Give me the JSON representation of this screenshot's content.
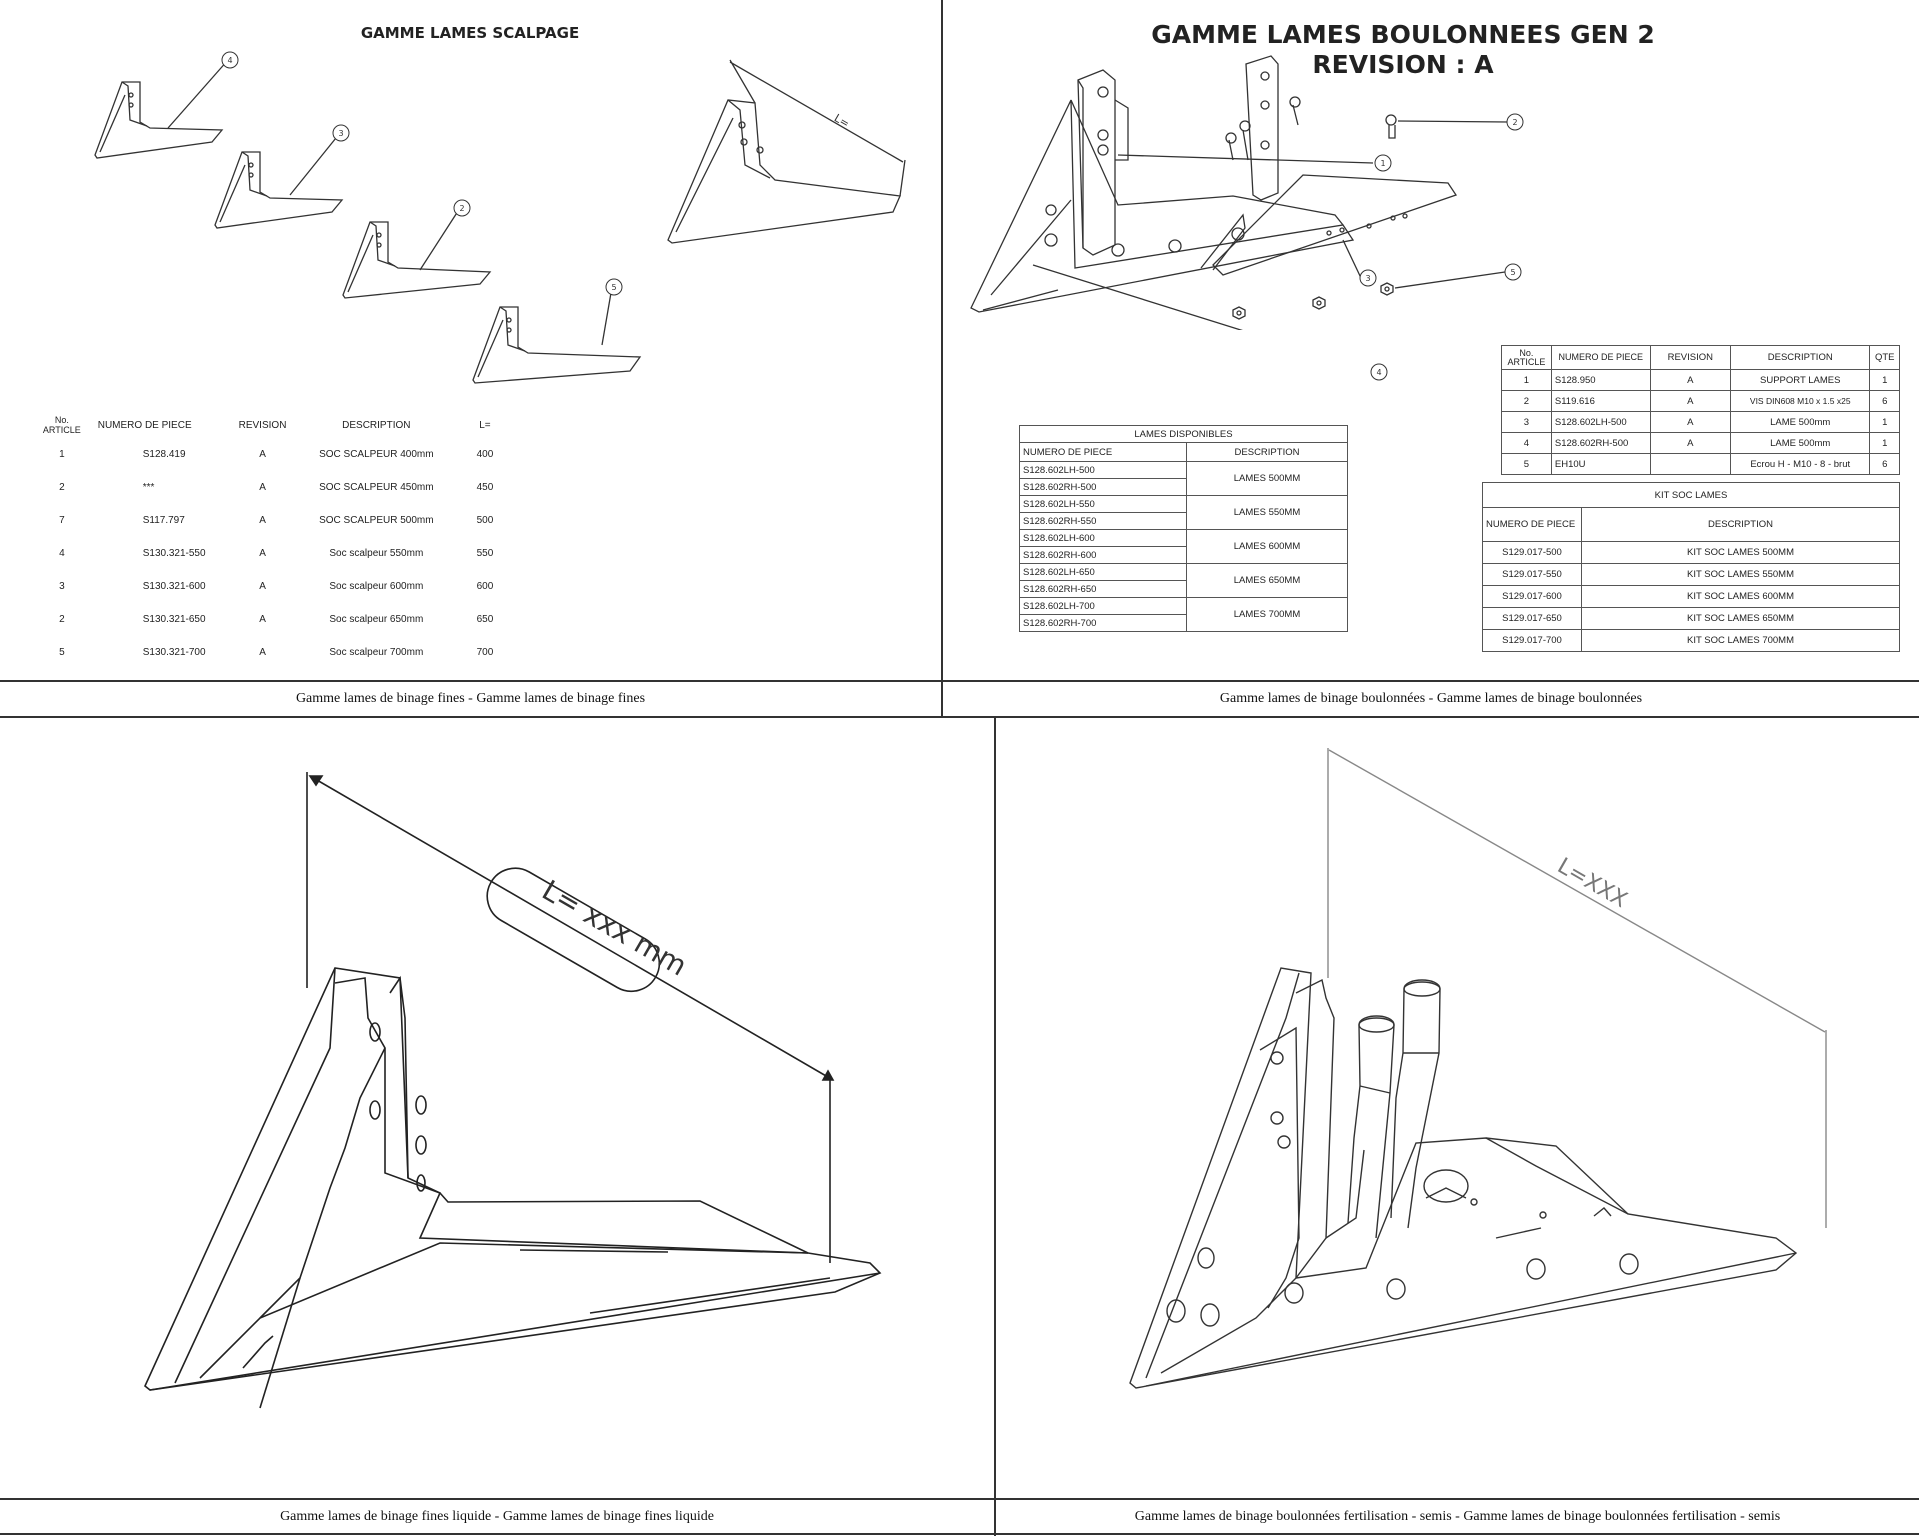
{
  "panels": [
    {
      "caption": "Gamme lames de binage fines - Gamme lames de binage fines",
      "title": "GAMME LAMES SCALPAGE",
      "dim_label": "L=",
      "balloons": [
        "4",
        "3",
        "2",
        "5"
      ],
      "table": {
        "headers": [
          "No. ARTICLE",
          "NUMERO DE PIECE",
          "REVISION",
          "DESCRIPTION",
          "L="
        ],
        "rows": [
          [
            "1",
            "S128.419",
            "A",
            "SOC SCALPEUR 400mm",
            "400"
          ],
          [
            "2",
            "***",
            "A",
            "SOC SCALPEUR 450mm",
            "450"
          ],
          [
            "7",
            "S117.797",
            "A",
            "SOC SCALPEUR 500mm",
            "500"
          ],
          [
            "4",
            "S130.321-550",
            "A",
            "Soc scalpeur 550mm",
            "550"
          ],
          [
            "3",
            "S130.321-600",
            "A",
            "Soc scalpeur 600mm",
            "600"
          ],
          [
            "2",
            "S130.321-650",
            "A",
            "Soc scalpeur 650mm",
            "650"
          ],
          [
            "5",
            "S130.321-700",
            "A",
            "Soc scalpeur 700mm",
            "700"
          ]
        ]
      }
    },
    {
      "caption": "Gamme lames de binage boulonnées - Gamme lames de binage boulonnées",
      "title_line1": "GAMME LAMES BOULONNEES GEN 2",
      "title_line2": "REVISION : A",
      "balloons": [
        "1",
        "3",
        "4",
        "2",
        "5"
      ],
      "bom": {
        "headers": [
          "No. ARTICLE",
          "NUMERO DE PIECE",
          "REVISION",
          "DESCRIPTION",
          "QTE"
        ],
        "rows": [
          [
            "1",
            "S128.950",
            "A",
            "SUPPORT LAMES",
            "1"
          ],
          [
            "2",
            "S119.616",
            "A",
            "VIS DIN608 M10 x 1.5 x25",
            "6"
          ],
          [
            "3",
            "S128.602LH-500",
            "A",
            "LAME 500mm",
            "1"
          ],
          [
            "4",
            "S128.602RH-500",
            "A",
            "LAME 500mm",
            "1"
          ],
          [
            "5",
            "EH10U",
            "",
            "Ecrou H - M10 - 8 - brut",
            "6"
          ]
        ]
      },
      "lames": {
        "title": "LAMES DISPONIBLES",
        "headers": [
          "NUMERO DE PIECE",
          "DESCRIPTION"
        ],
        "groups": [
          {
            "parts": [
              "S128.602LH-500",
              "S128.602RH-500"
            ],
            "desc": "LAMES 500MM"
          },
          {
            "parts": [
              "S128.602LH-550",
              "S128.602RH-550"
            ],
            "desc": "LAMES 550MM"
          },
          {
            "parts": [
              "S128.602LH-600",
              "S128.602RH-600"
            ],
            "desc": "LAMES 600MM"
          },
          {
            "parts": [
              "S128.602LH-650",
              "S128.602RH-650"
            ],
            "desc": "LAMES 650MM"
          },
          {
            "parts": [
              "S128.602LH-700",
              "S128.602RH-700"
            ],
            "desc": "LAMES 700MM"
          }
        ]
      },
      "kit": {
        "title": "KIT SOC LAMES",
        "headers": [
          "NUMERO DE PIECE",
          "DESCRIPTION"
        ],
        "rows": [
          [
            "S129.017-500",
            "KIT SOC LAMES 500MM"
          ],
          [
            "S129.017-550",
            "KIT SOC LAMES 550MM"
          ],
          [
            "S129.017-600",
            "KIT SOC LAMES 600MM"
          ],
          [
            "S129.017-650",
            "KIT SOC LAMES 650MM"
          ],
          [
            "S129.017-700",
            "KIT SOC LAMES 700MM"
          ]
        ]
      }
    },
    {
      "caption": "Gamme lames de binage fines liquide - Gamme lames de binage fines liquide",
      "dim_label": "L= xxx mm"
    },
    {
      "caption": "Gamme lames de binage boulonnées fertilisation - semis - Gamme lames de binage boulonnées fertilisation - semis",
      "dim_label": "L=XXX"
    }
  ]
}
